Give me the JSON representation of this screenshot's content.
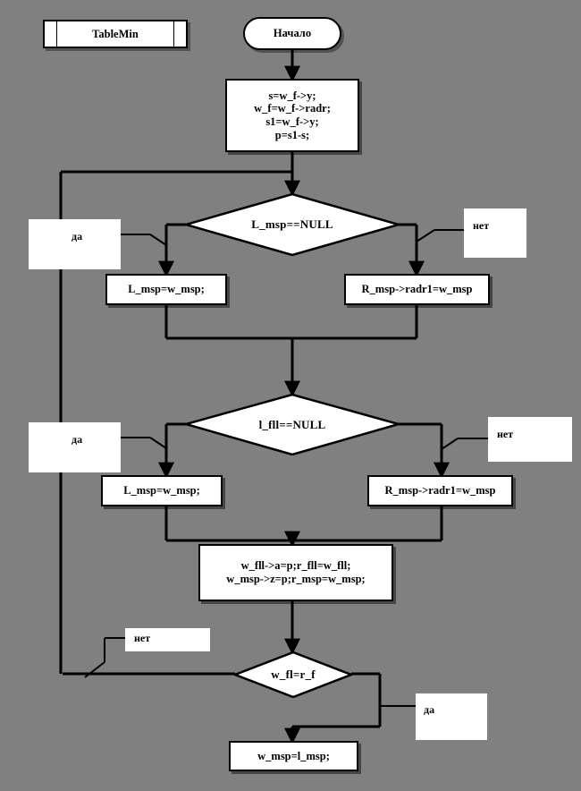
{
  "diagram": {
    "title_box": "TableMin",
    "background_color": "#808080",
    "node_fill": "#ffffff",
    "stroke_color": "#000000",
    "nodes": {
      "start": "Начало",
      "init_process": "s=w_f->y;\nw_f=w_f->radr;\ns1=w_f->y;\np=s1-s;",
      "decision1": "L_msp==NULL",
      "decision1_yes_box": "L_msp=w_msp;",
      "decision1_no_box": "R_msp->radr1=w_msp",
      "decision2": "l_fll==NULL",
      "decision2_yes_box": "L_msp=w_msp;",
      "decision2_no_box": "R_msp->radr1=w_msp",
      "assign_process": "w_fll->a=p;r_fll=w_fll;\nw_msp->z=p;r_msp=w_msp;",
      "decision3": "w_fl=r_f",
      "final_box": "w_msp=l_msp;"
    },
    "branch_labels": {
      "d1_yes": "да",
      "d1_no": "нет",
      "d2_yes": "да",
      "d2_no": "нет",
      "d3_no": "нет",
      "d3_yes": "да"
    }
  }
}
